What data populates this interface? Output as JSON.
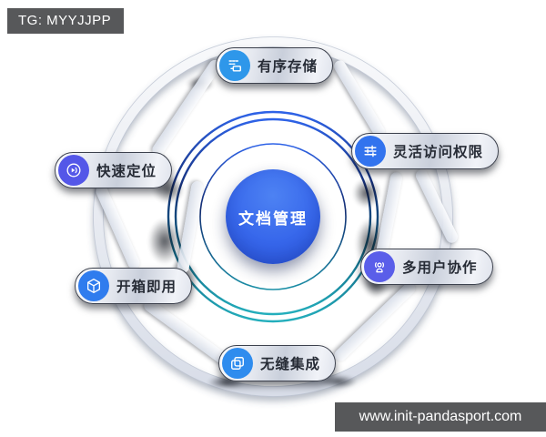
{
  "badges": {
    "tg": "TG: MYYJJPP",
    "url": "www.init-pandasport.com"
  },
  "diagram": {
    "center_label": "文档管理",
    "features": [
      {
        "label": "有序存储",
        "icon": "storage-icon",
        "icon_bg": "#2e97ea",
        "position": "top"
      },
      {
        "label": "灵活访问权限",
        "icon": "sliders-icon",
        "icon_bg": "#3273ee",
        "position": "right-upper"
      },
      {
        "label": "多用户协作",
        "icon": "users-icon",
        "icon_bg": "#5a5ee9",
        "position": "right-lower"
      },
      {
        "label": "无缝集成",
        "icon": "overlap-squares-icon",
        "icon_bg": "#2f8cee",
        "position": "bottom"
      },
      {
        "label": "开箱即用",
        "icon": "box-icon",
        "icon_bg": "#2f7cee",
        "position": "left-lower"
      },
      {
        "label": "快速定位",
        "icon": "fast-locate-icon",
        "icon_bg": "#5457e8",
        "position": "left-upper"
      }
    ],
    "colors": {
      "center_fill": "#3767eb",
      "ring_blue": "#2e63e8",
      "ring_teal": "#23aebc",
      "orbit_silver": "#e8ebf3",
      "watermark_bg": "#57585a"
    }
  }
}
